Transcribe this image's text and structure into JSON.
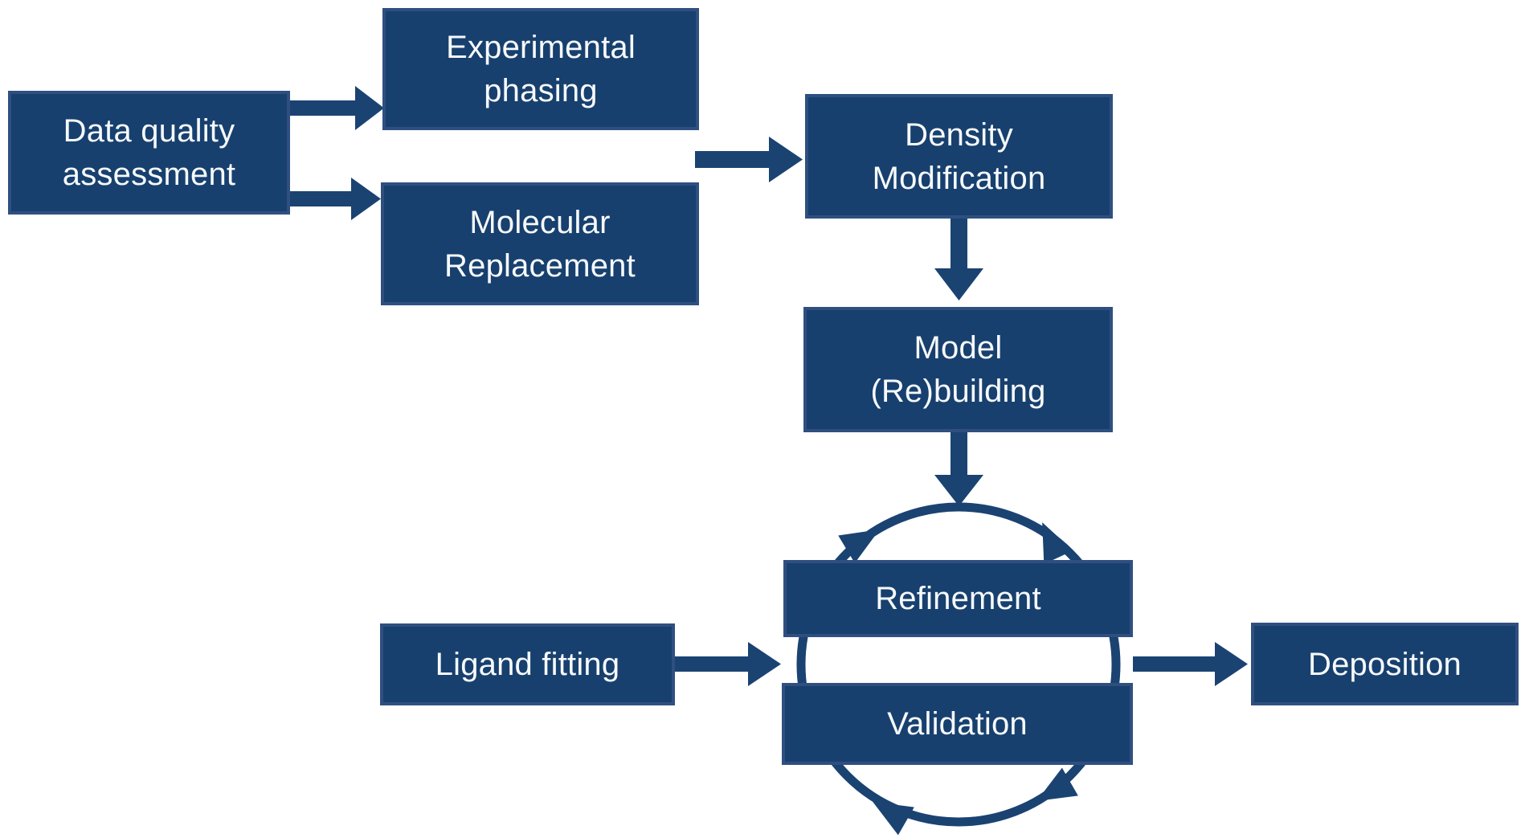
{
  "diagram": {
    "type": "flowchart",
    "background_color": "#ffffff",
    "node_fill_color": "#17406E",
    "node_border_color": "#2F4F80",
    "arrow_color": "#1A4372",
    "text_color": "#F7F9FB",
    "nodes": [
      {
        "id": "data-quality-assessment",
        "label": "Data quality\nassessment"
      },
      {
        "id": "experimental-phasing",
        "label": "Experimental\nphasing"
      },
      {
        "id": "molecular-replacement",
        "label": "Molecular\nReplacement"
      },
      {
        "id": "density-modification",
        "label": "Density\nModification"
      },
      {
        "id": "model-rebuilding",
        "label": "Model\n(Re)building"
      },
      {
        "id": "refinement",
        "label": "Refinement"
      },
      {
        "id": "validation",
        "label": "Validation"
      },
      {
        "id": "ligand-fitting",
        "label": "Ligand fitting"
      },
      {
        "id": "deposition",
        "label": "Deposition"
      }
    ],
    "edges": [
      {
        "from": "Data quality assessment",
        "to": "Experimental phasing"
      },
      {
        "from": "Data quality assessment",
        "to": "Molecular Replacement"
      },
      {
        "from": "Experimental phasing / Molecular Replacement",
        "to": "Density Modification"
      },
      {
        "from": "Density Modification",
        "to": "Model (Re)building"
      },
      {
        "from": "Model (Re)building",
        "to": "Refinement-Validation cycle"
      },
      {
        "from": "Ligand fitting",
        "to": "Refinement-Validation cycle"
      },
      {
        "from": "Refinement-Validation cycle",
        "to": "Deposition"
      }
    ],
    "cycle": {
      "between": [
        "Refinement",
        "Validation"
      ],
      "shape": "circle with four arrowheads indicating iteration"
    }
  }
}
